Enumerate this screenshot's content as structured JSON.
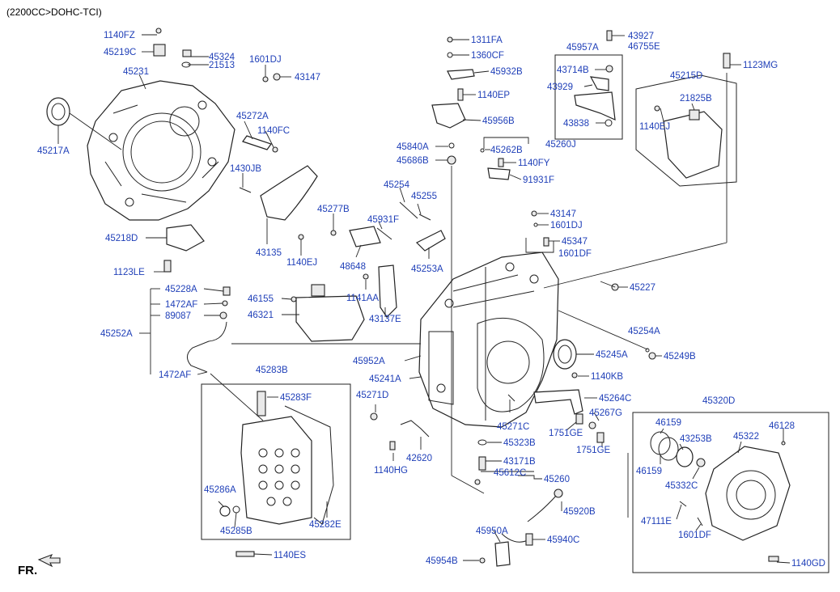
{
  "header": {
    "title": "(2200CC>DOHC-TCI)",
    "fr_label": "FR."
  },
  "colors": {
    "label": "#1f3fb8",
    "line": "#222222"
  },
  "labels": [
    {
      "id": "l1140fz",
      "text": "1140FZ"
    },
    {
      "id": "l45219c",
      "text": "45219C"
    },
    {
      "id": "l45324",
      "text": "45324"
    },
    {
      "id": "l21513",
      "text": "21513"
    },
    {
      "id": "l1601dj_a",
      "text": "1601DJ"
    },
    {
      "id": "l43147_a",
      "text": "43147"
    },
    {
      "id": "l45231",
      "text": "45231"
    },
    {
      "id": "l45217a",
      "text": "45217A"
    },
    {
      "id": "l45272a",
      "text": "45272A"
    },
    {
      "id": "l1140fc",
      "text": "1140FC"
    },
    {
      "id": "l1430jb",
      "text": "1430JB"
    },
    {
      "id": "l45218d",
      "text": "45218D"
    },
    {
      "id": "l43135",
      "text": "43135"
    },
    {
      "id": "l1140ej_a",
      "text": "1140EJ"
    },
    {
      "id": "l1123le",
      "text": "1123LE"
    },
    {
      "id": "l45228a",
      "text": "45228A"
    },
    {
      "id": "l1472af_a",
      "text": "1472AF"
    },
    {
      "id": "l89087",
      "text": "89087"
    },
    {
      "id": "l45252a",
      "text": "45252A"
    },
    {
      "id": "l1472af_b",
      "text": "1472AF"
    },
    {
      "id": "l46155",
      "text": "46155"
    },
    {
      "id": "l46321",
      "text": "46321"
    },
    {
      "id": "l45283b",
      "text": "45283B"
    },
    {
      "id": "l45283f",
      "text": "45283F"
    },
    {
      "id": "l45286a",
      "text": "45286A"
    },
    {
      "id": "l45285b",
      "text": "45285B"
    },
    {
      "id": "l45282e",
      "text": "45282E"
    },
    {
      "id": "l1140es",
      "text": "1140ES"
    },
    {
      "id": "l1311fa",
      "text": "1311FA"
    },
    {
      "id": "l1360cf",
      "text": "1360CF"
    },
    {
      "id": "l45932b",
      "text": "45932B"
    },
    {
      "id": "l1140ep",
      "text": "1140EP"
    },
    {
      "id": "l45956b",
      "text": "45956B"
    },
    {
      "id": "l45840a",
      "text": "45840A"
    },
    {
      "id": "l45262b",
      "text": "45262B"
    },
    {
      "id": "l45260j",
      "text": "45260J"
    },
    {
      "id": "l45686b",
      "text": "45686B"
    },
    {
      "id": "l1140fy",
      "text": "1140FY"
    },
    {
      "id": "l91931f",
      "text": "91931F"
    },
    {
      "id": "l45957a",
      "text": "45957A"
    },
    {
      "id": "l43927",
      "text": "43927"
    },
    {
      "id": "l46755e",
      "text": "46755E"
    },
    {
      "id": "l43714b",
      "text": "43714B"
    },
    {
      "id": "l43929",
      "text": "43929"
    },
    {
      "id": "l43838",
      "text": "43838"
    },
    {
      "id": "l1123mg",
      "text": "1123MG"
    },
    {
      "id": "l45215d",
      "text": "45215D"
    },
    {
      "id": "l21825b",
      "text": "21825B"
    },
    {
      "id": "l1140ej_b",
      "text": "1140EJ"
    },
    {
      "id": "l45254",
      "text": "45254"
    },
    {
      "id": "l45255",
      "text": "45255"
    },
    {
      "id": "l45277b",
      "text": "45277B"
    },
    {
      "id": "l45931f",
      "text": "45931F"
    },
    {
      "id": "l48648",
      "text": "48648"
    },
    {
      "id": "l45253a",
      "text": "45253A"
    },
    {
      "id": "l43147_b",
      "text": "43147"
    },
    {
      "id": "l1601dj_b",
      "text": "1601DJ"
    },
    {
      "id": "l45347",
      "text": "45347"
    },
    {
      "id": "l1601df_a",
      "text": "1601DF"
    },
    {
      "id": "l1141aa",
      "text": "1141AA"
    },
    {
      "id": "l43137e",
      "text": "43137E"
    },
    {
      "id": "l45227",
      "text": "45227"
    },
    {
      "id": "l45254a",
      "text": "45254A"
    },
    {
      "id": "l45249b",
      "text": "45249B"
    },
    {
      "id": "l45245a",
      "text": "45245A"
    },
    {
      "id": "l1140kb",
      "text": "1140KB"
    },
    {
      "id": "l45952a",
      "text": "45952A"
    },
    {
      "id": "l45241a",
      "text": "45241A"
    },
    {
      "id": "l45271d",
      "text": "45271D"
    },
    {
      "id": "l45264c",
      "text": "45264C"
    },
    {
      "id": "l45267g",
      "text": "45267G"
    },
    {
      "id": "l45271c",
      "text": "45271C"
    },
    {
      "id": "l1751ge_a",
      "text": "1751GE"
    },
    {
      "id": "l1751ge_b",
      "text": "1751GE"
    },
    {
      "id": "l45323b",
      "text": "45323B"
    },
    {
      "id": "l42620",
      "text": "42620"
    },
    {
      "id": "l1140hg",
      "text": "1140HG"
    },
    {
      "id": "l43171b",
      "text": "43171B"
    },
    {
      "id": "l45612c",
      "text": "45612C"
    },
    {
      "id": "l45260",
      "text": "45260"
    },
    {
      "id": "l45920b",
      "text": "45920B"
    },
    {
      "id": "l45950a",
      "text": "45950A"
    },
    {
      "id": "l45940c",
      "text": "45940C"
    },
    {
      "id": "l45954b",
      "text": "45954B"
    },
    {
      "id": "l45320d",
      "text": "45320D"
    },
    {
      "id": "l46159_a",
      "text": "46159"
    },
    {
      "id": "l43253b",
      "text": "43253B"
    },
    {
      "id": "l45322",
      "text": "45322"
    },
    {
      "id": "l46128",
      "text": "46128"
    },
    {
      "id": "l46159_b",
      "text": "46159"
    },
    {
      "id": "l45332c",
      "text": "45332C"
    },
    {
      "id": "l47111e",
      "text": "47111E"
    },
    {
      "id": "l1601df_b",
      "text": "1601DF"
    },
    {
      "id": "l1140gd",
      "text": "1140GD"
    }
  ]
}
